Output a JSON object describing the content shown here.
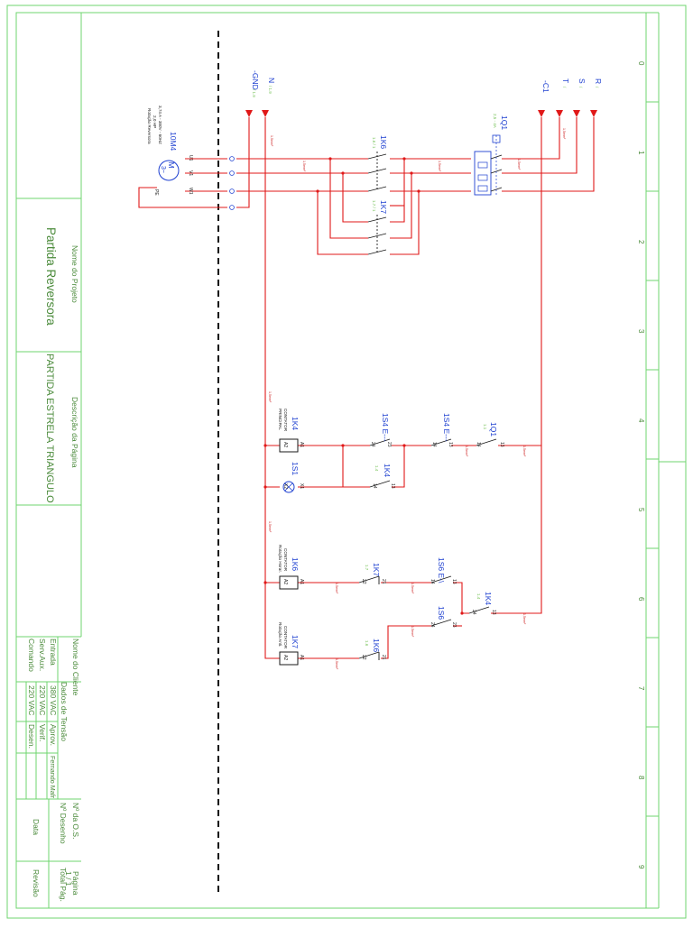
{
  "title_block": {
    "project_name_label": "Nome do Projeto",
    "project_name": "Partida Reversora",
    "page_description_label": "Descrição da Página",
    "page_description": "PARTIDA ESTRELA TRIANGULO",
    "client_name_label": "Nome do Cliente",
    "voltage_data_label": "Dados de Tensão",
    "supply_label": "Entrada",
    "supply_value": "380 VAC",
    "aux_supply_label": "Serv.Aux.",
    "aux_supply_value": "220 VAC",
    "command_label": "Comando",
    "command_value": "220 VAC",
    "approved_label": "Aprov.",
    "checked_label": "Verif.",
    "drawn_label": "Desen.",
    "author": "Fernando Mafr",
    "os_label": "Nº da O.S.",
    "drawing_no_label": "Nº Desenho",
    "date_label": "Data",
    "page_label": "Página",
    "page_value": "1 / 1",
    "total_pages_label": "Total Pág.",
    "revision_label": "Revisão"
  },
  "zones": [
    "0",
    "1",
    "2",
    "3",
    "4",
    "5",
    "6",
    "7",
    "8",
    "9"
  ],
  "supply": {
    "gnd": "-GND",
    "gnd_ref": "/ 1.9",
    "neutral": "N",
    "neutral_ref": "/ 1.9",
    "c1": "-C1",
    "phases": [
      "T",
      "S",
      "R"
    ],
    "phase_refs": [
      "/",
      "/",
      "/"
    ]
  },
  "motor": {
    "tag": "10M4",
    "symbol_line1": "M",
    "symbol_line2": "3~",
    "spec_line1": "3,74 A - 380V - 60HZ",
    "spec_line2": "2,0 HP",
    "spec_line3": "Rotação Reversora",
    "terminals": [
      "U1",
      "V1",
      "W1",
      "PE"
    ]
  },
  "breaker": {
    "tag": "1Q1",
    "range": "2,5 - 4A"
  },
  "main_contactors": [
    {
      "tag": "1K6",
      "ref": "1.6 / 1"
    },
    {
      "tag": "1K7",
      "ref": "1.7 / 1"
    }
  ],
  "control": {
    "k4_coil": {
      "tag": "1K4",
      "desc_line1": "CONTATOR",
      "desc_line2": "PRINCIPAL",
      "a1": "A1",
      "a2": "A2"
    },
    "k6_coil": {
      "tag": "1K6",
      "desc_line1": "CONTATOR",
      "desc_line2": "Rotação Horar.",
      "a1": "A1",
      "a2": "A2"
    },
    "k7_coil": {
      "tag": "1K7",
      "desc_line1": "CONTATOR",
      "desc_line2": "Rotação Anti.",
      "a1": "A1",
      "a2": "A2"
    },
    "lamp": {
      "tag": "1S1",
      "x1": "X1",
      "x2": "X2"
    },
    "stop_button": {
      "tag": "1S4 E---",
      "n1": "13",
      "n2": "14"
    },
    "start_button": {
      "tag": "1S4 E---",
      "n1": "23",
      "n2": "24"
    },
    "q1_aux": {
      "tag": "1Q1",
      "ref": "1.1",
      "n1": "13",
      "n2": "14"
    },
    "k4_seal": {
      "tag": "1K4",
      "ref": "1.4",
      "n1": "13",
      "n2": "14"
    },
    "k4_enable": {
      "tag": "1K4",
      "ref": "1.4",
      "n1": "13",
      "n2": "24"
    },
    "k6_interlock": {
      "tag": "1K6",
      "ref": "1.6",
      "n1": "21",
      "n2": "22"
    },
    "k7_interlock": {
      "tag": "1K7",
      "ref": "1.7",
      "n1": "21",
      "n2": "22"
    },
    "s6_forward": {
      "tag": "1S6 E-\\",
      "n1": "13",
      "n2": "14"
    },
    "s6_reverse": {
      "tag": "1S6",
      "n1": "23",
      "n2": "24"
    }
  },
  "wire_label": "1,5mm²"
}
